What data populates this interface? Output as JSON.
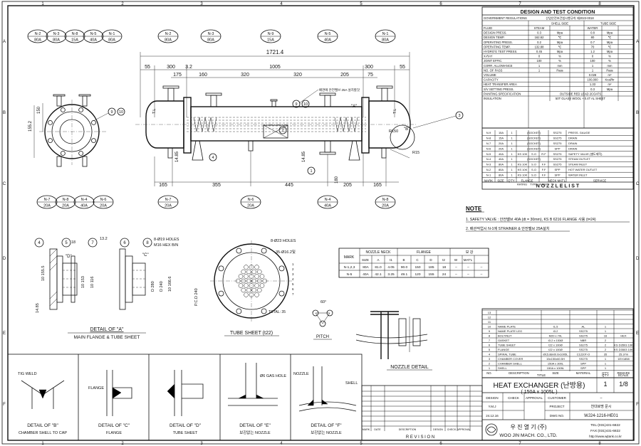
{
  "grid": {
    "cols": [
      "1",
      "2",
      "3",
      "4",
      "5",
      "6",
      "7",
      "8"
    ],
    "rows": [
      "A",
      "B",
      "C",
      "D",
      "E",
      "F"
    ]
  },
  "design": {
    "title": "DESIGN AND TEST CONDITION",
    "gov_label": "GOVERNMENT REGULATIONS",
    "gov_value": "산업안전보건법시행규칙 제2023-0018",
    "col_shell": "SHELL SIDE",
    "col_tube": "TUBE SIDE",
    "rows": [
      {
        "label": "FLUID",
        "shell": "STEAM",
        "su": "",
        "tube": "WATER",
        "tu": ""
      },
      {
        "label": "DESIGN PRESS.",
        "shell": "0.3",
        "su": "Mpa",
        "tube": "0.8",
        "tu": "Mpa"
      },
      {
        "label": "DESIGN TEMP.",
        "shell": "162.62",
        "su": "℃",
        "tube": "80",
        "tu": "℃"
      },
      {
        "label": "OPERATING PRESS.",
        "shell": "0.2",
        "su": "Mpa",
        "tube": "0.7",
        "tu": "Mpa"
      },
      {
        "label": "OPERATING TEMP.",
        "shell": "132.88",
        "su": "℃",
        "tube": "70",
        "tu": "℃"
      },
      {
        "label": "HYDRO'G TEST PRESS.",
        "shell": "0.45",
        "su": "Mpa",
        "tube": "1.2",
        "tu": "Mpa"
      },
      {
        "label": "X-RAY",
        "shell": "0",
        "su": "%",
        "tube": "0",
        "tu": "%"
      },
      {
        "label": "JOINT EFFIC.",
        "shell": "100",
        "su": "%",
        "tube": "100",
        "tu": "%"
      },
      {
        "label": "CORR. ALLOWANCE",
        "shell": "1",
        "su": "mm",
        "tube": "1",
        "tu": "mm"
      },
      {
        "label": "NO. OF PASS",
        "shell": "1",
        "su": "Pass",
        "tube": "1",
        "tu": "Pass"
      },
      {
        "label": "VOLUME",
        "shell": "",
        "su": "",
        "tube": "0.028",
        "tu": "m³"
      },
      {
        "label": "CAPACITY",
        "shell": "",
        "su": "",
        "tube": "100,000",
        "tu": "Kcal/hr"
      },
      {
        "label": "HEAT TRANSFER AREA",
        "shell": "",
        "su": "",
        "tube": "1.33",
        "tu": "m²"
      },
      {
        "label": "S/V SETTING PRESS.",
        "shell": "",
        "su": "",
        "tube": "0.3",
        "tu": "Mpa"
      },
      {
        "label": "PAINTING SPECIFICATION",
        "shell": "",
        "su": "",
        "tube": "OUTSIDE RED LEAD 2COATS",
        "tu": ""
      },
      {
        "label": "INSULATION",
        "shell": "",
        "su": "",
        "tube": "50T GLASS WOOL + 0.4T AL SHEET",
        "tu": ""
      }
    ]
  },
  "nozzle_list": {
    "title": "N O Z Z L E   L I S T",
    "headers": [
      "MARK",
      "SIZE",
      "Q'TY",
      "RATING",
      "TYPE",
      "FACE",
      "NECK MAT'L",
      "SERVICE"
    ],
    "rating_head": "FLANGE",
    "rows": [
      [
        "N-9",
        "15A",
        "1",
        "",
        "(SOCKET)",
        "",
        "SS275",
        "PRESS. GAUGE"
      ],
      [
        "N-8",
        "15A",
        "1",
        "",
        "(SOCKET)",
        "",
        "SS275",
        "DRAIN"
      ],
      [
        "N-7",
        "20A",
        "1",
        "",
        "(SOCKET)",
        "",
        "SS275",
        "DRAIN"
      ],
      [
        "N-6",
        "20A",
        "1",
        "",
        "(SOCKET)",
        "",
        "SPP",
        "DRAIN"
      ],
      [
        "N-5",
        "40A",
        "1",
        "KS 10K",
        "S.O",
        "R.F",
        "SS275",
        "SAFETY VALVE (별도제작)"
      ],
      [
        "N-4",
        "40A",
        "1",
        "",
        "(SOCKET)",
        "",
        "SS275",
        "STEAM OUTLET"
      ],
      [
        "N-3",
        "80A",
        "1",
        "KS 10K",
        "S.O",
        "F.F",
        "SS275",
        "STEAM INLET"
      ],
      [
        "N-2",
        "80A",
        "1",
        "KS 10K",
        "S.O",
        "F.F",
        "SPP",
        "HOT WATER OUTLET"
      ],
      [
        "N-1",
        "80A",
        "1",
        "KS 10K",
        "S.O",
        "F.F",
        "SPP",
        "WATER INLET"
      ]
    ]
  },
  "note": {
    "title": "NOTE",
    "lines": [
      "1. SAFETY VALVE : 안전밸브 40A (dt = 30mm), KS B 6216 FLANGE 사용 (t=24)",
      "2. 배관작업시 N-1에 STRAINER & 안전밸브 25A설치"
    ]
  },
  "flange_table": {
    "h_mark": "MARK",
    "h_neck": "NOZZLE NECK",
    "h_flange": "FLANGE",
    "h_reinf": "보 강",
    "sub": [
      "SIZE",
      "A",
      "t1",
      "B",
      "C",
      "D",
      "t2",
      "W",
      "MAT'L"
    ],
    "rows": [
      [
        "N-1,2,3",
        "80A",
        "81.0",
        "4.05",
        "90.0",
        "150",
        "185",
        "18",
        "–",
        "–",
        "–"
      ],
      [
        "N-5",
        "40A",
        "42.1",
        "3.25",
        "49.1",
        "120",
        "155",
        "24",
        "–",
        "–",
        "–"
      ]
    ]
  },
  "bom": {
    "headers": [
      "NO.",
      "DESCRIPTION",
      "SIZE",
      "MATERIAL",
      "Q'TY",
      "REMARK"
    ],
    "rows": [
      [
        "13",
        "",
        "",
        "",
        "",
        ""
      ],
      [
        "12",
        "",
        "",
        "",
        "",
        ""
      ],
      [
        "11",
        "",
        "",
        "",
        "",
        ""
      ],
      [
        "10",
        "NAME PLATE",
        "t1.5",
        "AL",
        "1",
        ""
      ],
      [
        "9",
        "NAME PLATE LEG",
        "t3.2",
        "SS275",
        "1",
        ""
      ],
      [
        "8",
        "BOLT/NUT",
        "M20 x 70L",
        "SS275",
        "16",
        "HEX"
      ],
      [
        "7",
        "GASKET",
        "t3.2 x 153Ø",
        "NBR",
        "2",
        ""
      ],
      [
        "6",
        "TUBE SHEET",
        "t22 x 100Ø",
        "SS275",
        "2",
        "KS D3503 10K"
      ],
      [
        "5",
        "FLANGE",
        "t22 x 100Ø",
        "SS275",
        "2",
        "KS D3503 10K"
      ],
      [
        "4",
        "SPIRAL TUBE",
        "Ø15.88xt0.9x1005L",
        "C1220T-O",
        "35",
        "25.37m"
      ],
      [
        "3",
        "CHAMBER COVER",
        "15x150x60.5H",
        "SS275",
        "1",
        "1EX1858"
      ],
      [
        "2",
        "CHAMBER SHELL",
        "150A x 300L",
        "SPP",
        "1",
        ""
      ],
      [
        "1",
        "SHELL",
        "150A x 1005L",
        "SPP",
        "1",
        ""
      ]
    ]
  },
  "title_block": {
    "title_label": "TITLE",
    "title": "HEAT EXCHANGER (난방용)",
    "subtitle": "( 150A x 1005L )",
    "qty_label": "Q'TY",
    "scale_label": "SCALE",
    "qty": "1",
    "scale": "1/8",
    "design_label": "DESIGN",
    "check_label": "CHECK",
    "approval_label": "APPROVAL",
    "designer": "Y.M.J",
    "date": "24.12.16",
    "customer_label": "CUSTOMER",
    "customer": "–",
    "project_label": "PROJECT",
    "project": "천대로명 문시",
    "dwg_label": "DWG NO.",
    "dwg_no": "WJ24-1216-HE01",
    "company_kr": "우 진 열 기 (주)",
    "company_en": "WOO JIN MACH. CO., LTD.",
    "tel": "TEL:(031)431-6822",
    "fax": "FAX:(031)431-6822",
    "web": "http://www.wjtank.co.kr"
  },
  "revision": {
    "label": "R E V I S I O N",
    "headers": [
      "MARK",
      "DATE",
      "DESCRIPTION",
      "DESIGN",
      "CHECK",
      "APPROVAL"
    ]
  },
  "top_nozzles": {
    "left": [
      [
        "N-2",
        "80A"
      ],
      [
        "N-3",
        "80A"
      ],
      [
        "N-8",
        "15A"
      ],
      [
        "N-5",
        "40A"
      ],
      [
        "N-1",
        "80A"
      ]
    ],
    "mid": [
      [
        "N-2",
        "80A"
      ],
      [
        "N-3",
        "80A"
      ],
      [
        "N-9",
        "15A"
      ],
      [
        "N-5",
        "40A"
      ],
      [
        "N-1",
        "80A"
      ]
    ]
  },
  "bottom_nozzles": {
    "left": [
      [
        "N-7",
        "20A"
      ],
      [
        "N-8",
        "20A"
      ],
      [
        "N-4",
        "40A"
      ],
      [
        "N-6",
        "20A"
      ]
    ],
    "mid": [
      [
        "N-7",
        "20A"
      ],
      [
        "N-6",
        "20A"
      ],
      [
        "N-4",
        "40A"
      ],
      [
        "N-8",
        "20A"
      ]
    ]
  },
  "dims": {
    "overall": "1721.4",
    "d55a": "55",
    "d300": "300",
    "d32": "3.2",
    "d1005": "1005",
    "d300b": "300",
    "d55b": "55",
    "d175": "175",
    "d160": "160",
    "d320a": "320",
    "d320b": "320",
    "d205a": "205",
    "d75": "75",
    "d165a": "165",
    "d355": "355",
    "d445": "445",
    "d205b": "205",
    "d165b": "165",
    "d1485a": "14.85",
    "d1485b": "14.85",
    "d180": "180",
    "d1552": "155.2",
    "d150": "150",
    "r150": "R150",
    "r15": "R15",
    "tl": "T.L",
    "gauge_note": "배관에 안전밸브 25A 설치할것",
    "arrow_a": "\"A\"",
    "arrow_b": "\"B\""
  },
  "details": {
    "a_title": "DETAIL OF \"A\"",
    "a_sub": "MAIN FLANGE & TUBE SHEET",
    "tube_sheet": "TUBE SHEET (t22)",
    "pitch": "PITCH",
    "nozzle_detail": "NOZZLE DETAIL",
    "b": "DETAIL OF \"B\"",
    "b_sub": "CHAMBER SHELL TO CAP",
    "c": "DETAIL OF \"C\"",
    "c_sub": "FLANGE",
    "d": "DETAIL OF \"D\"",
    "d_sub": "TUBE SHEET",
    "e": "DETAIL OF \"E\"",
    "e_sub": "보강없는 NOZZLE",
    "f": "DETAIL OF \"F\"",
    "f_sub": "보강없는 NOZZLE",
    "holes1": "8-Ø19 HOLES",
    "holes1b": "M16 HEX B/N",
    "holes2": "8-Ø23 HOLES",
    "tubes": "35-Ø16.2및",
    "total": "TOTAL: 35",
    "pcd": "P.C.D 240",
    "tig": "TIG WELD",
    "gas": "Ø6 GAS HOLE",
    "flange_w": "FLANGE",
    "nozzle_w": "NOZZLE",
    "shell_w": "SHELL",
    "pitch_ang": "60°",
    "t18": "18",
    "t132": "13.2",
    "c_label": "\"C\"",
    "d_label": "\"D\""
  }
}
